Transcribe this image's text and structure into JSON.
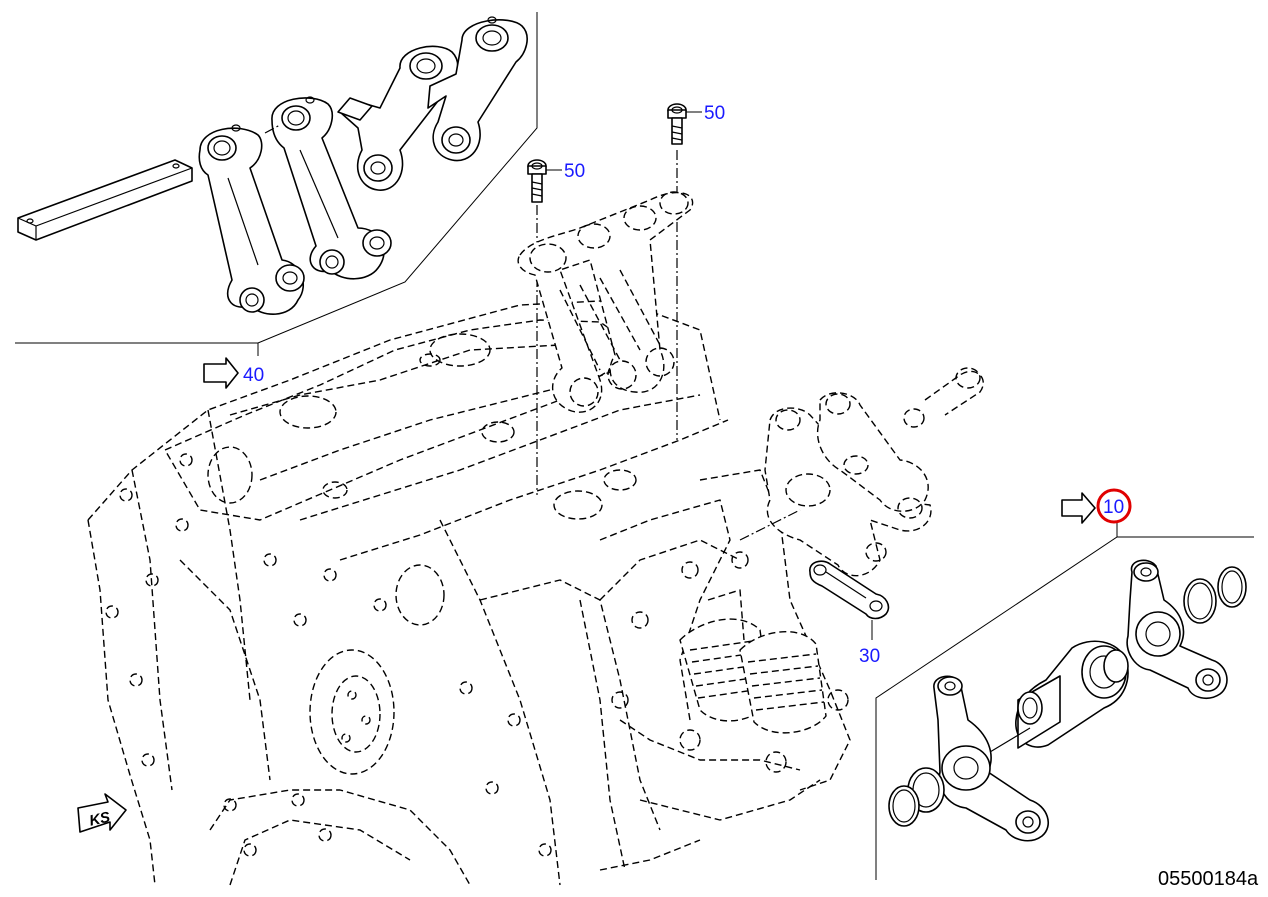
{
  "callouts": {
    "c10": "10",
    "c30": "30",
    "c40": "40",
    "c50a": "50",
    "c50b": "50"
  },
  "orientation_label": "KS",
  "document_number": "05500184a",
  "highlighted_callout": "10",
  "colors": {
    "callout_text": "#1a1aff",
    "highlight_ring": "#e00000",
    "line_art": "#000000",
    "background": "#ffffff"
  }
}
